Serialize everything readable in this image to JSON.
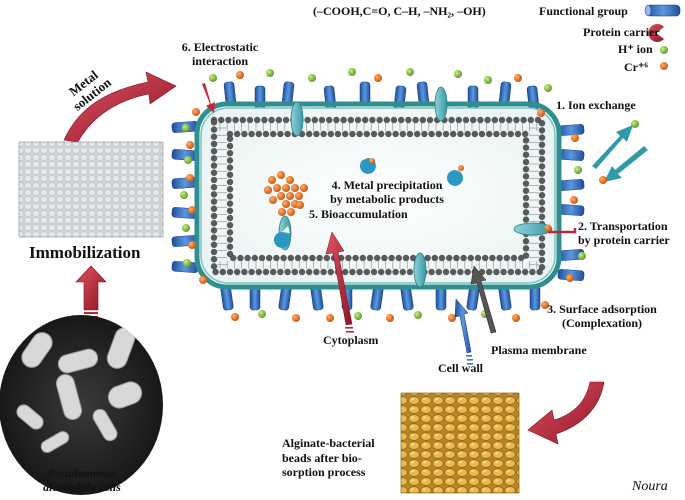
{
  "legend": {
    "functional_group_formula": "(–COOH,C=O, C–H, –NH₂, –OH)",
    "functional_group_label": "Functional group",
    "protein_carrier_label": "Protein carrier",
    "h_ion_label": "H⁺ ion",
    "cr_label": "Cr⁺⁶"
  },
  "steps": {
    "s1": "1. Ion exchange",
    "s2_line1": "2. Transportation",
    "s2_line2": "by protein carrier",
    "s3_line1": "3. Surface adsorption",
    "s3_line2": "(Complexation)",
    "s4_line1": "4. Metal precipitation",
    "s4_line2": "by metabolic products",
    "s5": "5. Bioaccumulation",
    "s6_line1": "6. Electrostatic",
    "s6_line2": "interaction"
  },
  "labels": {
    "cytoplasm": "Cytoplasm",
    "plasma_membrane": "Plasma membrane",
    "cell_wall": "Cell wall",
    "metal_solution_line1": "Metal",
    "metal_solution_line2": "solution",
    "immobilization": "Immobilization",
    "pseudomonas_line1": "Pseudomonas",
    "pseudomonas_line2": "alcaliphila cells",
    "beads_line1": "Alginate-bacterial",
    "beads_line2": "beads after bio-",
    "beads_line3": "sorption process",
    "signature": "Noura"
  },
  "colors": {
    "functional_group": "#2a63b8",
    "protein_carrier": "#c0283a",
    "h_ion": "#7dbb2e",
    "cr_ion": "#e06a14",
    "cell_wall": "#2f8f8f",
    "arrow_red": "#c0283a",
    "arrow_blue": "#3c78c8",
    "arrow_teal": "#2f9aa8"
  }
}
